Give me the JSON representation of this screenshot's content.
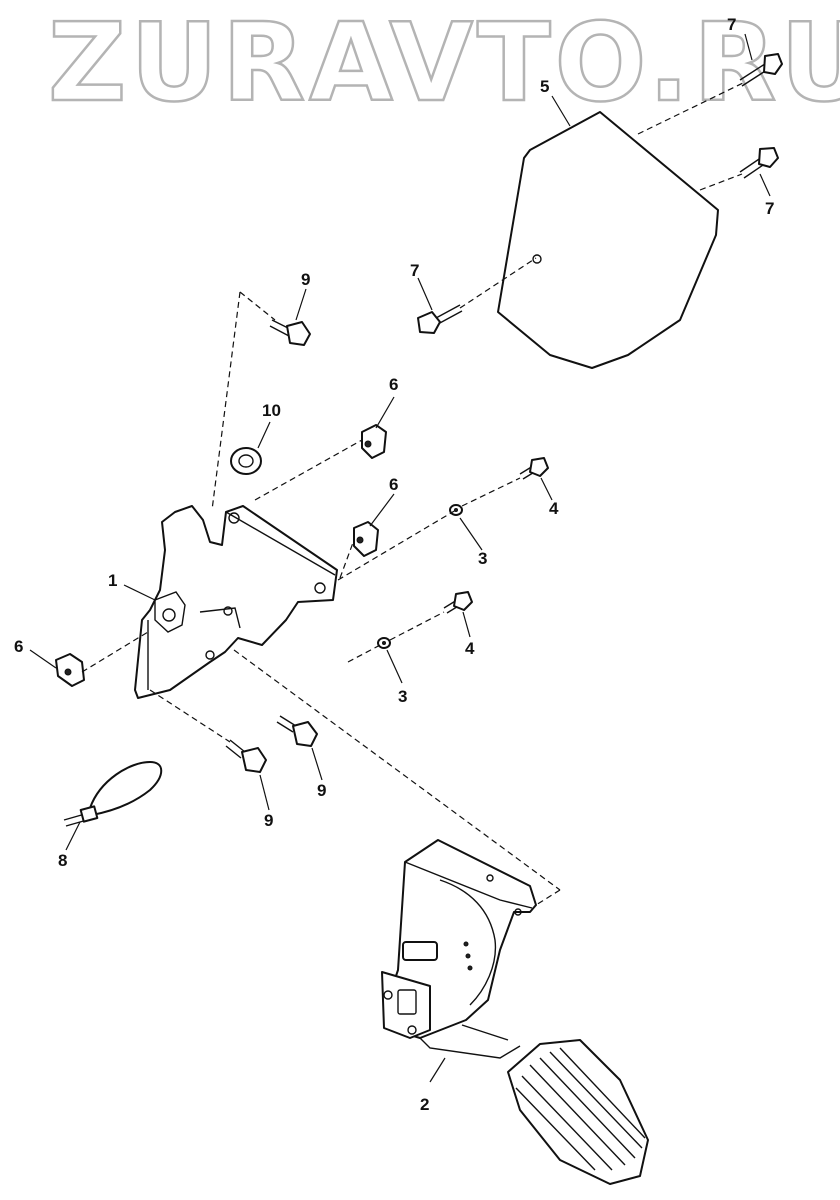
{
  "watermark": "ZURAVTO.RU",
  "callouts": {
    "c1": "1",
    "c2": "2",
    "c3a": "3",
    "c3b": "3",
    "c4a": "4",
    "c4b": "4",
    "c5": "5",
    "c6a": "6",
    "c6b": "6",
    "c6c": "6",
    "c7a": "7",
    "c7b": "7",
    "c7c": "7",
    "c8": "8",
    "c9a": "9",
    "c9b": "9",
    "c9c": "9",
    "c10": "10"
  }
}
